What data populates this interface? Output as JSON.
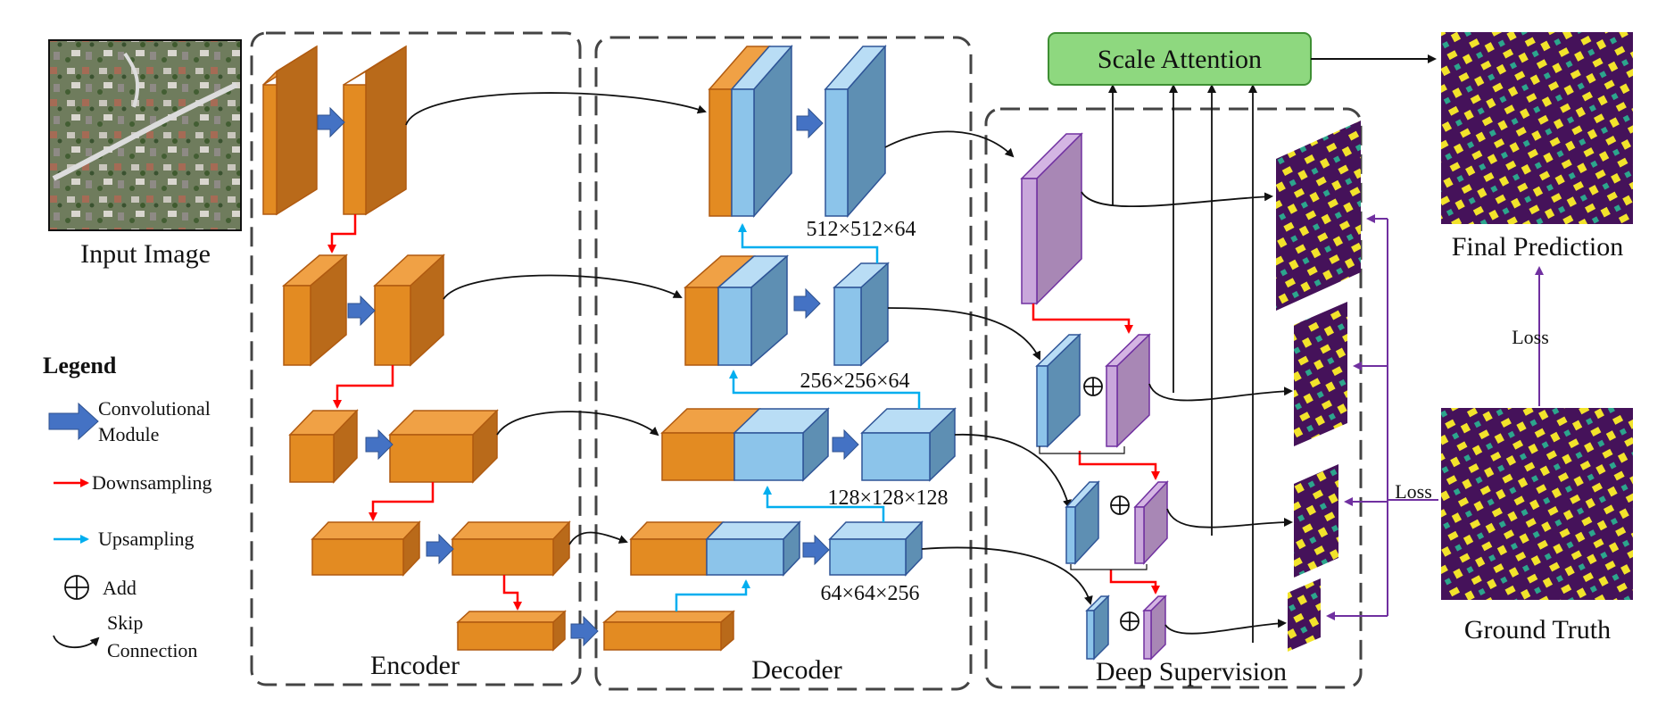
{
  "labels": {
    "input_image": "Input Image",
    "encoder": "Encoder",
    "decoder": "Decoder",
    "deep_supervision": "Deep Supervision",
    "scale_attention": "Scale Attention",
    "final_prediction": "Final Prediction",
    "ground_truth": "Ground Truth",
    "loss_top": "Loss",
    "loss_side": "Loss"
  },
  "dimensions": {
    "d1": "512×512×64",
    "d2": "256×256×64",
    "d3": "128×128×128",
    "d4": "64×64×256"
  },
  "legend": {
    "title": "Legend",
    "conv_line1": "Convolutional",
    "conv_line2": "Module",
    "downsampling": "Downsampling",
    "upsampling": "Upsampling",
    "add": "Add",
    "skip_line1": "Skip",
    "skip_line2": "Connection"
  },
  "colors": {
    "encoder_block": "#E38B22",
    "decoder_block": "#8CC4EA",
    "supervision_block": "#A887B5",
    "scale_attention": "#8ED87F",
    "downsampling_arrow": "#FF0000",
    "upsampling_arrow": "#00AEEF",
    "conv_arrow": "#4472C4",
    "loss_arrow": "#7030A0",
    "map_background": "#45125A",
    "map_building": "#F2E32B"
  }
}
